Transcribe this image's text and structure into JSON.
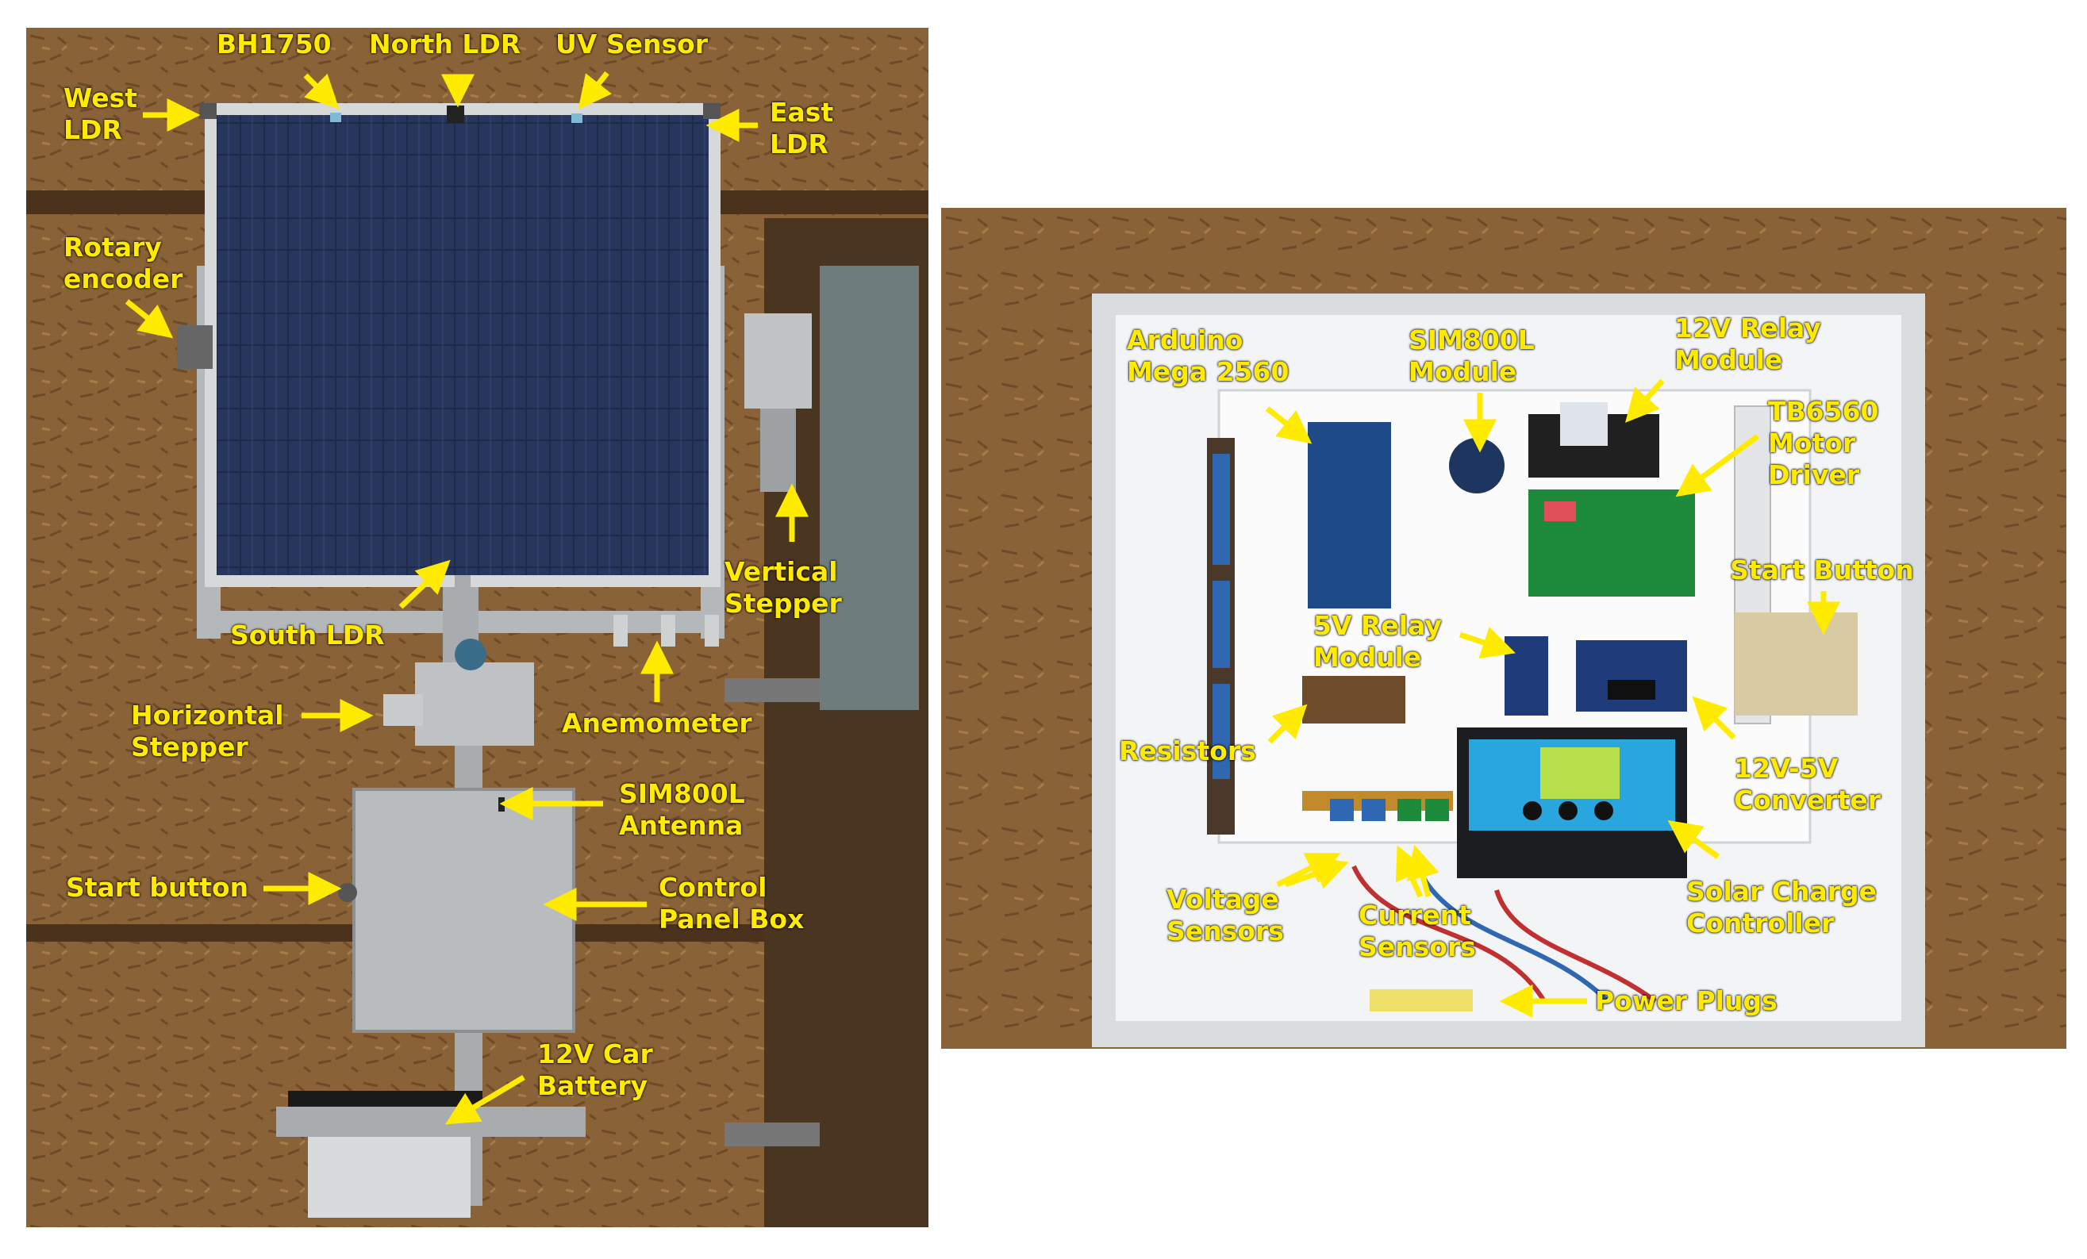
{
  "colors": {
    "label": "#ffeb00",
    "wood": "#8a6238",
    "panel_cells": "#1f2a4a",
    "box_interior": "#f2f4f6",
    "pcb_blue": "#1f4a8a",
    "pcb_green": "#1e8a3c"
  },
  "left_photo": {
    "labels": {
      "bh1750": "BH1750",
      "north_ldr": "North LDR",
      "uv_sensor": "UV Sensor",
      "west_ldr_1": "West",
      "west_ldr_2": "LDR",
      "east_ldr_1": "East",
      "east_ldr_2": "LDR",
      "rotary_1": "Rotary",
      "rotary_2": "encoder",
      "vertical_1": "Vertical",
      "vertical_2": "Stepper",
      "south_ldr": "South LDR",
      "horizontal_1": "Horizontal",
      "horizontal_2": "Stepper",
      "anemometer": "Anemometer",
      "sim_antenna_1": "SIM800L",
      "sim_antenna_2": "Antenna",
      "start_button": "Start button",
      "control_1": "Control",
      "control_2": "Panel Box",
      "battery_1": "12V Car",
      "battery_2": "Battery"
    }
  },
  "right_photo": {
    "labels": {
      "arduino_1": "Arduino",
      "arduino_2": "Mega 2560",
      "sim_module_1": "SIM800L",
      "sim_module_2": "Module",
      "relay12_1": "12V Relay",
      "relay12_2": "Module",
      "tb_1": "TB6560",
      "tb_2": "Motor",
      "tb_3": "Driver",
      "start_btn": "Start Button",
      "relay5_1": "5V Relay",
      "relay5_2": "Module",
      "resistors": "Resistors",
      "converter_1": "12V-5V",
      "converter_2": "Converter",
      "voltage_1": "Voltage",
      "voltage_2": "Sensors",
      "current_1": "Current",
      "current_2": "Sensors",
      "solar_1": "Solar Charge",
      "solar_2": "Controller",
      "power_plugs": "Power Plugs"
    }
  }
}
